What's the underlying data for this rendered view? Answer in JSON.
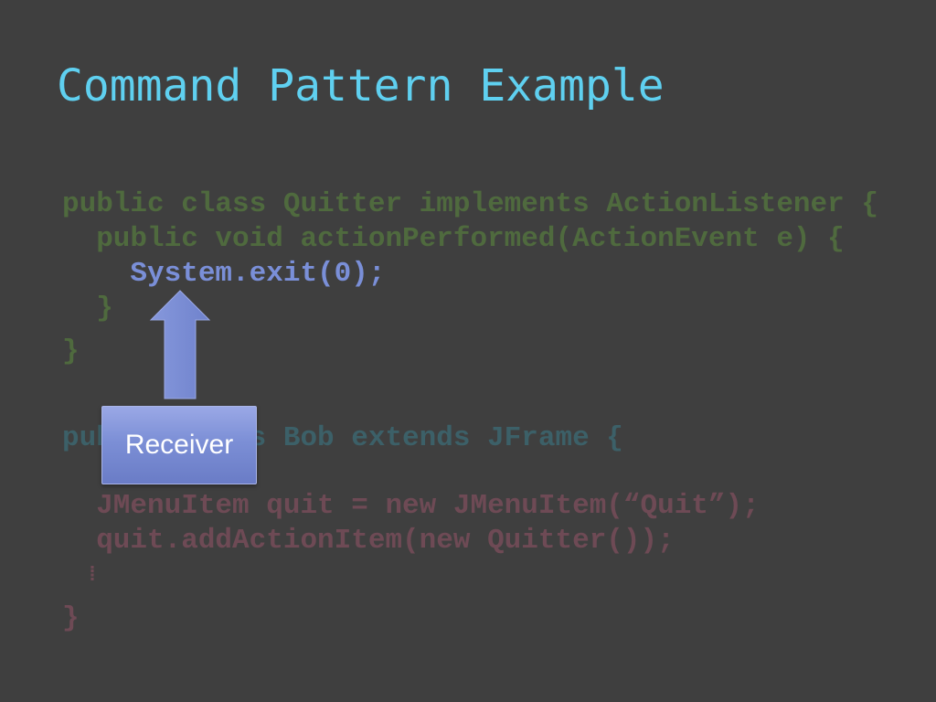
{
  "slide": {
    "title": "Command Pattern Example"
  },
  "code": {
    "quitter": {
      "line1": "public class Quitter implements ActionListener {",
      "line2": "  public void actionPerformed(ActionEvent e) {",
      "line3": "    System.exit(0);",
      "line4": "  }",
      "line5": "}"
    },
    "bob": {
      "line1": "public class Bob extends JFrame {",
      "line2": "  JMenuItem quit = new JMenuItem(“Quit”);",
      "line3": "  quit.addActionItem(new Quitter());",
      "line4": "  ⁞",
      "line5": "}"
    }
  },
  "callout": {
    "label": "Receiver"
  },
  "colors": {
    "title": "#5fd0f0",
    "background": "#3f3f3f",
    "quitter_code": "#4f6a3e",
    "bob_header": "#3c6068",
    "bob_body": "#6e4a55",
    "highlighted_code": "#7a8fd8",
    "callout_fill": "#7c8fd6"
  }
}
